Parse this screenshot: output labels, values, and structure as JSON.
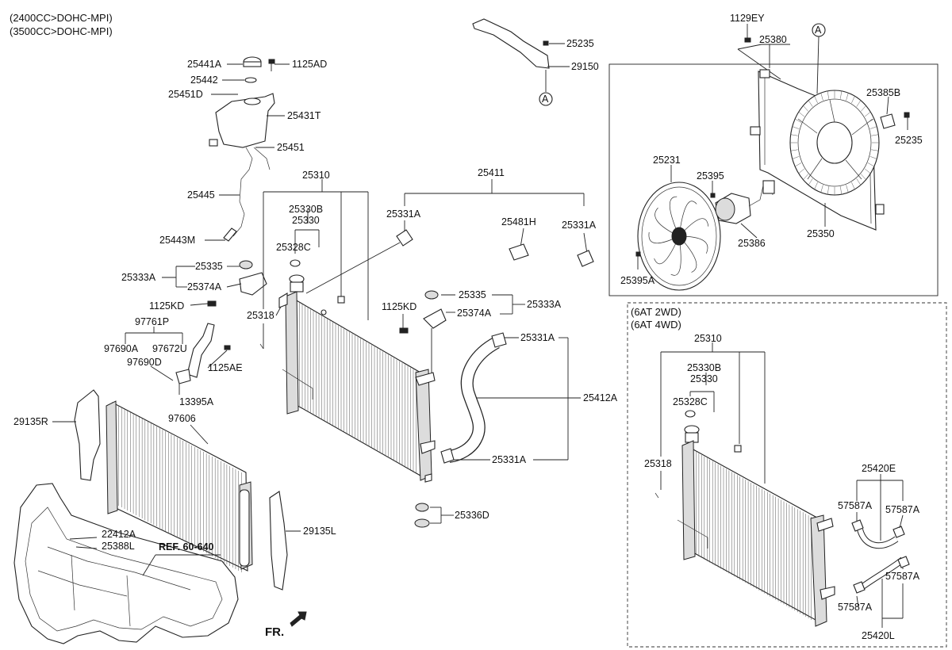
{
  "header": {
    "line1": "(2400CC>DOHC-MPI)",
    "line2": "(3500CC>DOHC-MPI)"
  },
  "box_labels": {
    "at_line1": "(6AT 2WD)",
    "at_line2": "(6AT 4WD)"
  },
  "ref_label": "REF. 60-640",
  "fr_label": "FR.",
  "circle_letter": "A",
  "parts": {
    "p25441A": "25441A",
    "p1125AD": "1125AD",
    "p25442": "25442",
    "p25451D": "25451D",
    "p25431T": "25431T",
    "p25451": "25451",
    "p25445": "25445",
    "p25443M": "25443M",
    "p25335": "25335",
    "p25333A": "25333A",
    "p25374A": "25374A",
    "p1125KD": "1125KD",
    "p97761P": "97761P",
    "p97690A": "97690A",
    "p97672U": "97672U",
    "p97690D": "97690D",
    "p1125AE": "1125AE",
    "p13395A": "13395A",
    "p97606": "97606",
    "p29135R": "29135R",
    "p29135L": "29135L",
    "p22412A": "22412A",
    "p25388L": "25388L",
    "p25310": "25310",
    "p25330B": "25330B",
    "p25330": "25330",
    "p25328C": "25328C",
    "p25318": "25318",
    "p25411": "25411",
    "p25331A": "25331A",
    "p25481H": "25481H",
    "p25412A": "25412A",
    "p25336D": "25336D",
    "p25235": "25235",
    "p29150": "29150",
    "p1129EY": "1129EY",
    "p25380": "25380",
    "p25385B": "25385B",
    "p25231": "25231",
    "p25395": "25395",
    "p25386": "25386",
    "p25350": "25350",
    "p25395A": "25395A",
    "p25420E": "25420E",
    "p57587A": "57587A",
    "p25420L": "25420L"
  }
}
